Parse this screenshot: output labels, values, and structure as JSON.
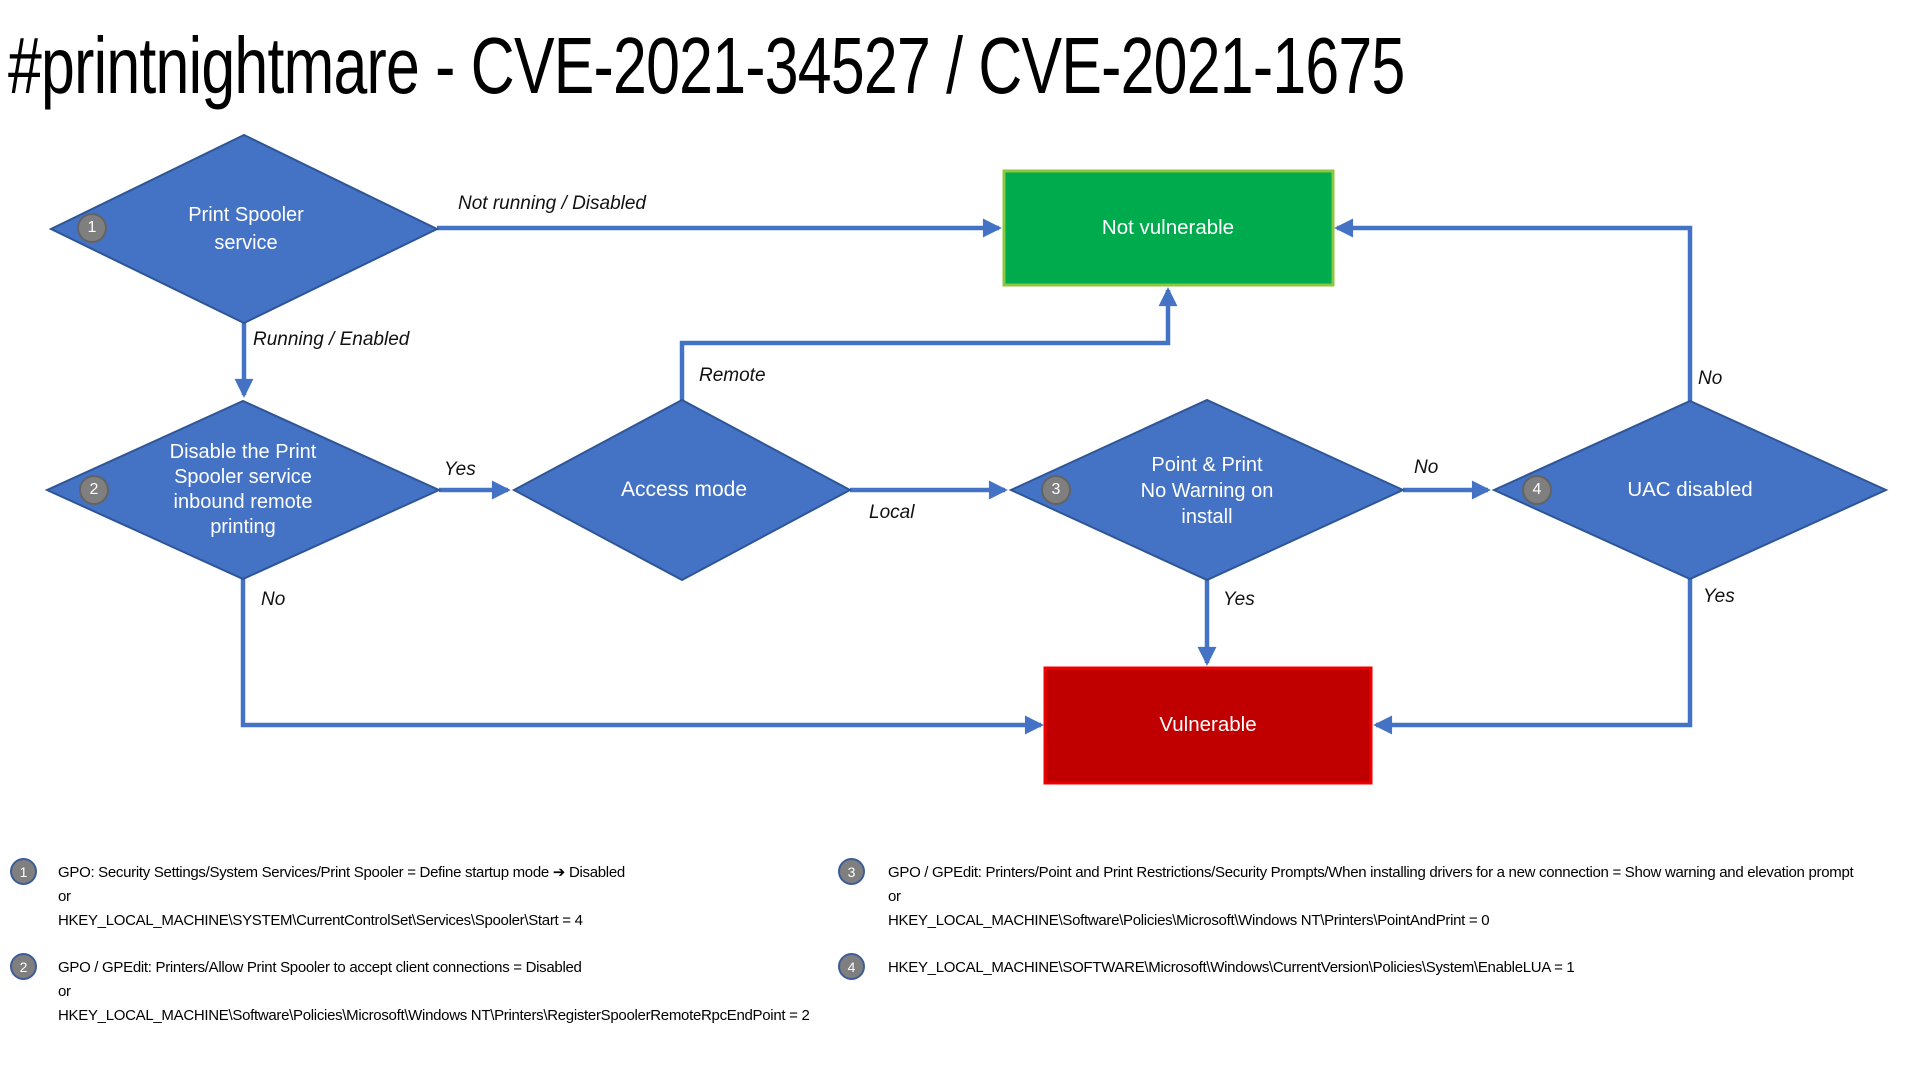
{
  "title": "#printnightmare - CVE-2021-34527 / CVE-2021-1675",
  "colors": {
    "node_blue": "#4472C4",
    "node_blue_border": "#2E5697",
    "connector_blue": "#4472C4",
    "not_vulnerable_green": "#00AB4E",
    "not_vulnerable_border": "#8DC63F",
    "vulnerable_red": "#C00000",
    "vulnerable_border": "#EE0000",
    "badge_gray": "#7F7F7F"
  },
  "nodes": {
    "print_spooler": {
      "badge": "1",
      "label": "Print Spooler\nservice"
    },
    "disable_inbound": {
      "badge": "2",
      "label": "Disable the Print\nSpooler service\ninbound remote\nprinting"
    },
    "access_mode": {
      "label": "Access mode"
    },
    "point_and_print": {
      "badge": "3",
      "label": "Point & Print\nNo Warning on\ninstall"
    },
    "uac_disabled": {
      "badge": "4",
      "label": "UAC disabled"
    },
    "not_vulnerable": {
      "label": "Not vulnerable"
    },
    "vulnerable": {
      "label": "Vulnerable"
    }
  },
  "edge_labels": {
    "spooler_not_running": "Not running / Disabled",
    "spooler_running": "Running / Enabled",
    "disable_yes": "Yes",
    "disable_no": "No",
    "access_remote": "Remote",
    "access_local": "Local",
    "pp_no": "No",
    "pp_yes": "Yes",
    "uac_no": "No",
    "uac_yes": "Yes"
  },
  "footnotes": [
    {
      "num": "1",
      "lines": [
        "GPO: Security Settings/System Services/Print Spooler = Define startup mode ➔ Disabled",
        "or",
        "HKEY_LOCAL_MACHINE\\SYSTEM\\CurrentControlSet\\Services\\Spooler\\Start = 4"
      ]
    },
    {
      "num": "2",
      "lines": [
        "GPO / GPEdit: Printers/Allow Print Spooler to accept client connections = Disabled",
        "or",
        "HKEY_LOCAL_MACHINE\\Software\\Policies\\Microsoft\\Windows NT\\Printers\\RegisterSpoolerRemoteRpcEndPoint = 2"
      ]
    },
    {
      "num": "3",
      "lines": [
        "GPO / GPEdit: Printers/Point and Print Restrictions/Security Prompts/When installing drivers for a new connection = Show warning and elevation prompt",
        "or",
        "HKEY_LOCAL_MACHINE\\Software\\Policies\\Microsoft\\Windows NT\\Printers\\PointAndPrint = 0"
      ]
    },
    {
      "num": "4",
      "lines": [
        "HKEY_LOCAL_MACHINE\\SOFTWARE\\Microsoft\\Windows\\CurrentVersion\\Policies\\System\\EnableLUA = 1"
      ]
    }
  ]
}
